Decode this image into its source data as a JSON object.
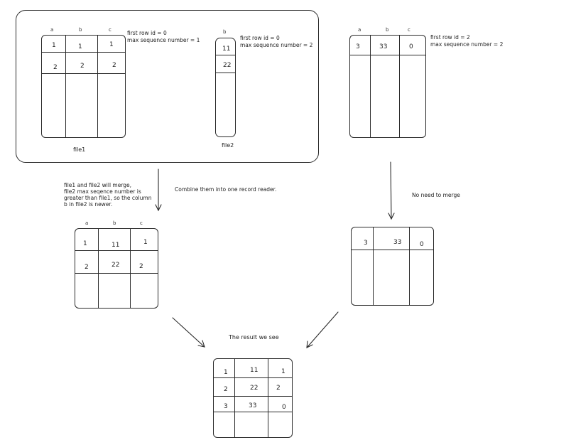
{
  "file1": {
    "headers": [
      "a",
      "b",
      "c"
    ],
    "rows": [
      [
        "1",
        "1",
        "1"
      ],
      [
        "2",
        "2",
        "2"
      ]
    ],
    "note_line1": "first row id = 0",
    "note_line2": "max sequence number = 1",
    "label": "file1"
  },
  "file2": {
    "headers": [
      "b"
    ],
    "rows": [
      [
        "11"
      ],
      [
        "22"
      ]
    ],
    "note_line1": "first row id = 0",
    "note_line2": "max sequence number = 2",
    "label": "file2"
  },
  "file3": {
    "headers": [
      "a",
      "b",
      "c"
    ],
    "rows": [
      [
        "3",
        "33",
        "0"
      ]
    ],
    "note_line1": "first row id = 2",
    "note_line2": "max sequence number = 2"
  },
  "merge_note": {
    "line1": "file1 and file2 will merge,",
    "line2": "file2 max seqence number is",
    "line3": "greater than file1, so the column",
    "line4": "b in file2 is newer."
  },
  "combine_note": "Combine them into one record reader.",
  "no_merge_note": "No need to merge",
  "merged_table": {
    "headers": [
      "a",
      "b",
      "c"
    ],
    "rows": [
      [
        "1",
        "11",
        "1"
      ],
      [
        "2",
        "22",
        "2"
      ]
    ]
  },
  "unmerged_table": {
    "rows": [
      [
        "3",
        "33",
        "0"
      ]
    ]
  },
  "result_label": "The result we see",
  "result_table": {
    "rows": [
      [
        "1",
        "11",
        "1"
      ],
      [
        "2",
        "22",
        "2"
      ],
      [
        "3",
        "33",
        "0"
      ]
    ]
  }
}
